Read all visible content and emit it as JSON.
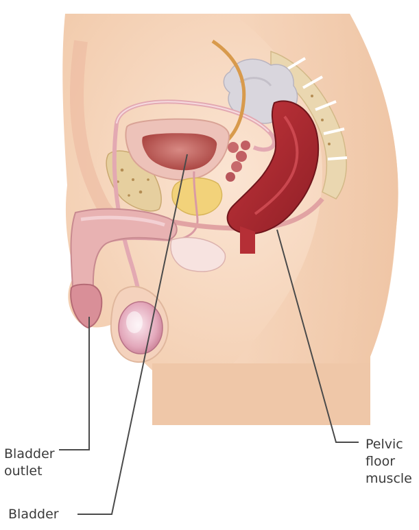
{
  "labels": {
    "bladder_outlet": [
      "Bladder",
      "outlet"
    ],
    "bladder": "Bladder",
    "pelvic_floor_muscle": [
      "Pelvic",
      "floor",
      "muscle"
    ]
  },
  "colors": {
    "skin": "#f6d8c0",
    "skin_shadow": "#ecc2a2",
    "tissue_pink": "#e9b3ad",
    "bladder_wall": "#c9867f",
    "bladder_inner": "#b5524d",
    "prostate": "#f2d27a",
    "rectum": "#a8272d",
    "bone": "#ead7b0",
    "leader_line": "#4a4a4a"
  }
}
